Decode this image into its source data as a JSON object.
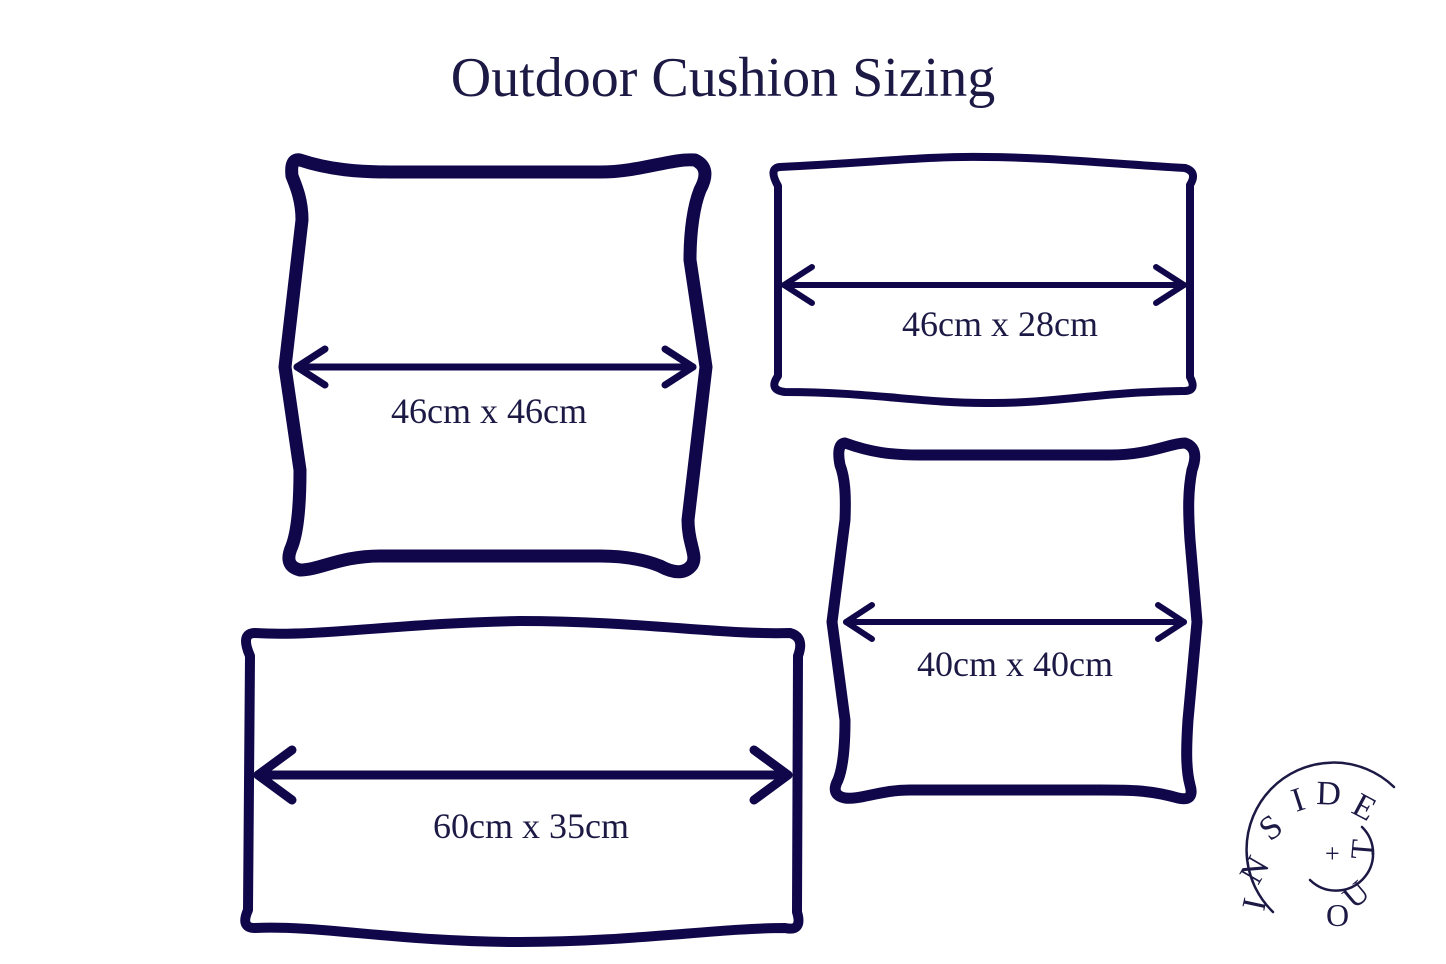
{
  "title": "Outdoor Cushion Sizing",
  "colors": {
    "outline": "#10074a",
    "text": "#1c1a45"
  },
  "cushions": [
    {
      "label": "46cm x 46cm"
    },
    {
      "label": "46cm x 28cm"
    },
    {
      "label": "40cm x 40cm"
    },
    {
      "label": "60cm x 35cm"
    }
  ],
  "logo": {
    "text_top": "INSIDE",
    "text_bottom": "OUT",
    "symbol": "+"
  }
}
